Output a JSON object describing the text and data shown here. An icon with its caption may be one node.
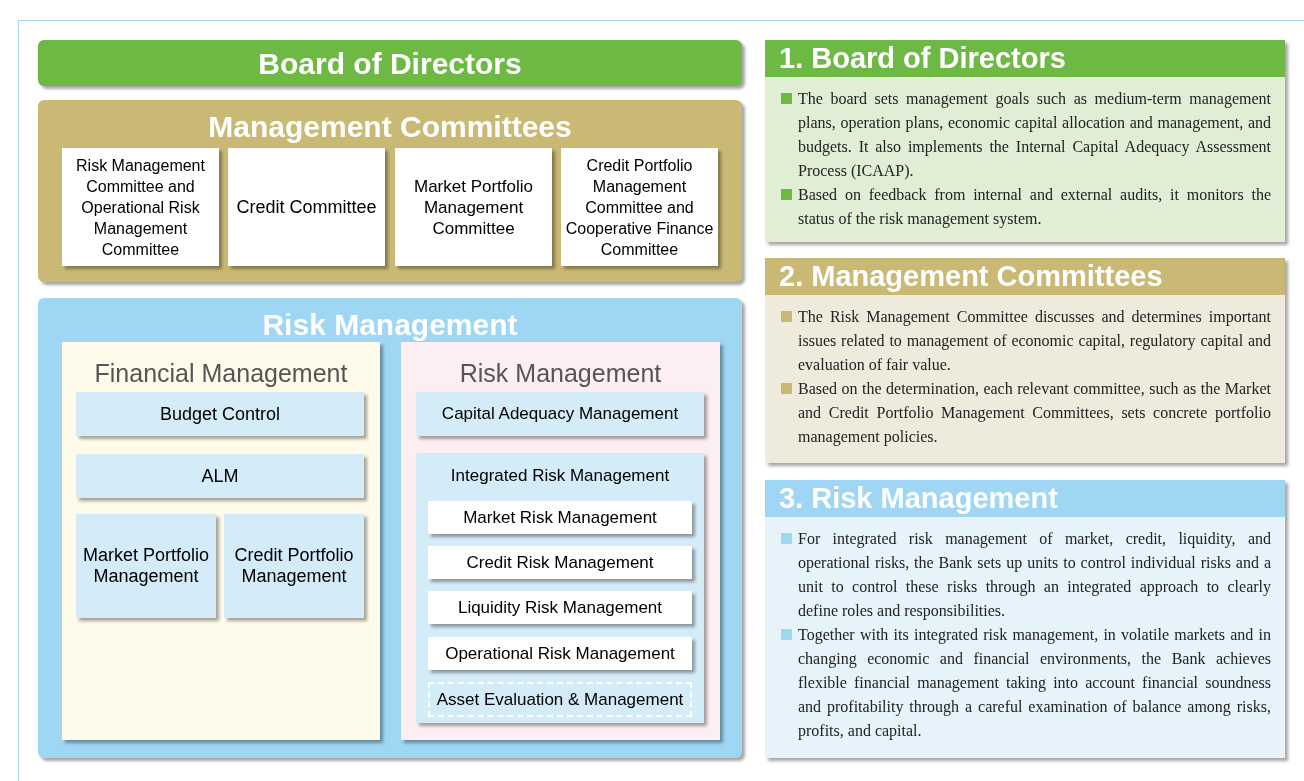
{
  "diagram": {
    "nodes": [
      {
        "text": [
          "Board of Directors"
        ]
      },
      {
        "text": [
          "Management Committees"
        ]
      },
      {
        "text": [
          "Risk Management Committee and Operational Risk Management Committee"
        ],
        "in": 1
      },
      {
        "text": [
          "Credit Committee"
        ],
        "in": 1
      },
      {
        "text": [
          "Market Portfolio Management Committee"
        ],
        "in": 1
      },
      {
        "text": [
          "Credit Portfolio Management Committee and Cooperative Finance Committee"
        ],
        "in": 1
      },
      {
        "text": [
          "Risk Management"
        ]
      },
      {
        "text": [
          "Financial Management"
        ],
        "in": 6
      },
      {
        "text": [
          "Budget Control"
        ],
        "in": 7
      },
      {
        "text": [
          "ALM"
        ],
        "in": 7
      },
      {
        "text": [
          "Market Portfolio Management"
        ],
        "in": 7
      },
      {
        "text": [
          "Credit Portfolio Management"
        ],
        "in": 7
      },
      {
        "text": [
          "Risk Management"
        ],
        "in": 6
      },
      {
        "text": [
          "Capital Adequacy Management"
        ],
        "in": 12
      },
      {
        "text": [
          "Integrated Risk Management"
        ],
        "in": 12
      },
      {
        "text": [
          "Market Risk Management"
        ],
        "in": 14
      },
      {
        "text": [
          "Credit Risk Management"
        ],
        "in": 14
      },
      {
        "text": [
          "Liquidity Risk Management"
        ],
        "in": 14
      },
      {
        "text": [
          "Operational Risk Management"
        ],
        "in": 14
      },
      {
        "text": [
          "Asset Evaluation & Management"
        ],
        "in": 14
      },
      {
        "text": [
          "1. Board of Directors",
          "The board sets management goals such as medium-term management plans, operation plans, economic capital allocation and management, and budgets. It also implements the Internal Capital Adequacy Assessment Process (ICAAP).",
          "Based on feedback from internal and external audits, it monitors the status of the risk management system."
        ]
      },
      {
        "text": [
          "2. Management Committees",
          "The Risk Management Committee discusses and determines important issues related to management of economic capital, regulatory capital and evaluation of fair value.",
          "Based on the determination, each relevant committee, such as the Market and Credit Portfolio Management Committees, sets concrete portfolio management policies."
        ]
      },
      {
        "text": [
          "3. Risk Management",
          "For integrated risk management of market, credit, liquidity, and operational risks, the Bank sets up units to control individual risks and a unit to control these risks through an integrated approach to clearly define roles and responsibilities.",
          "Together with its integrated risk management, in volatile markets and in changing economic and financial environments, the Bank achieves flexible financial management taking into account financial soundness and profitability through a careful examination of balance among risks, profits, and capital."
        ]
      }
    ]
  }
}
